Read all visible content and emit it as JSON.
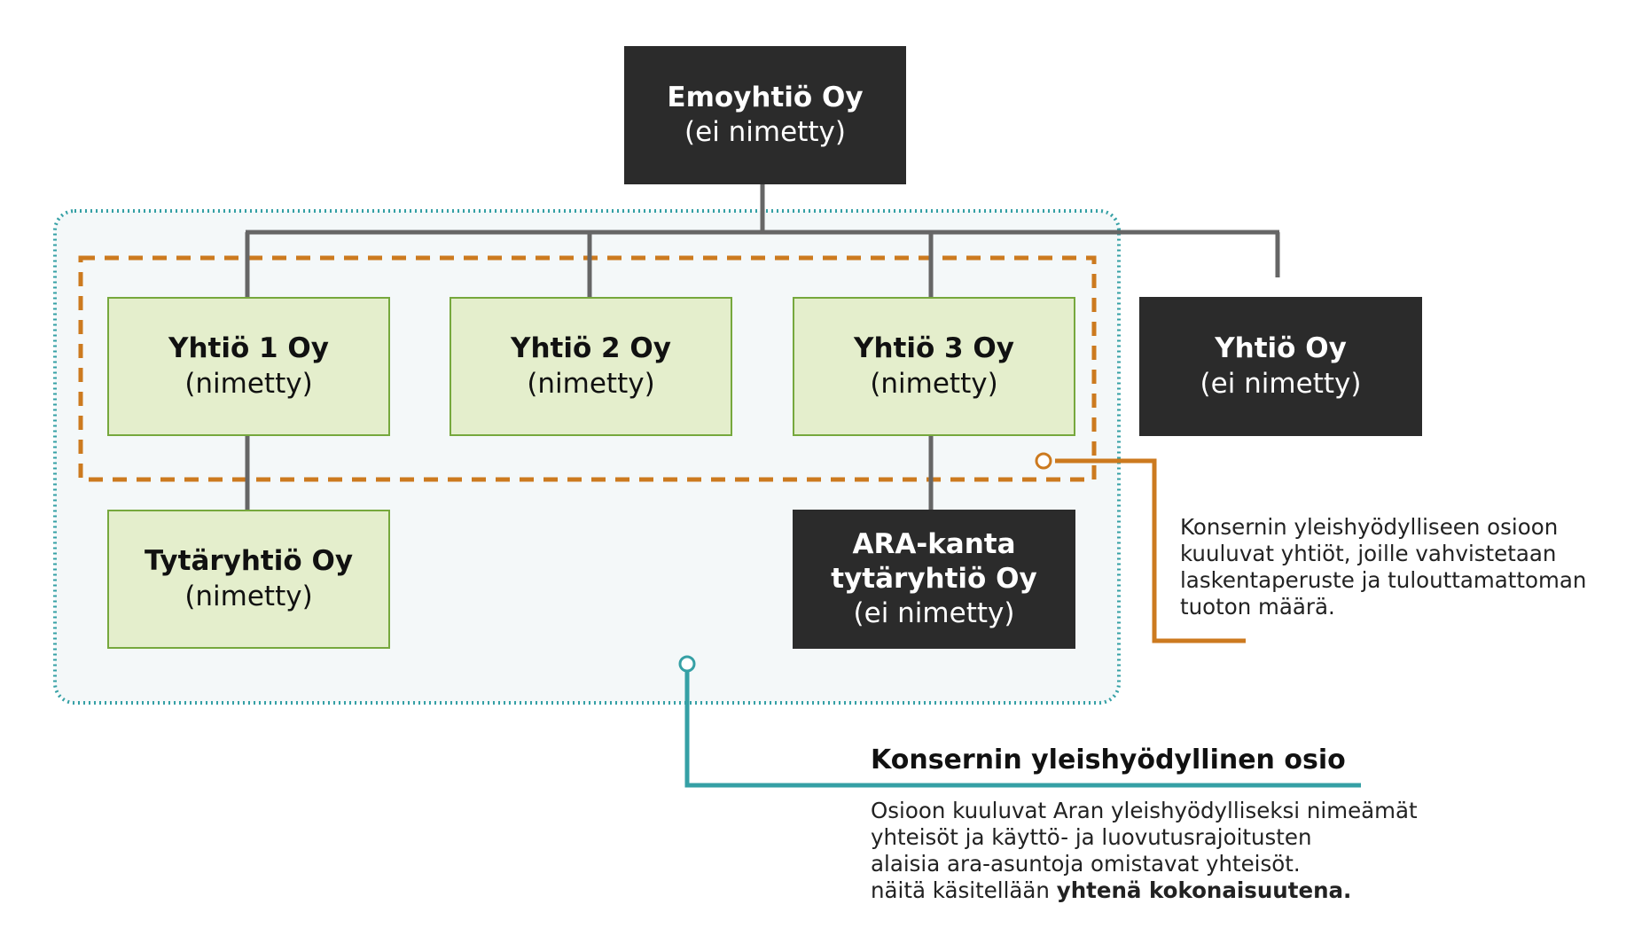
{
  "colors": {
    "dark_box": "#2b2b2b",
    "light_box_fill": "#e4eecc",
    "light_box_border": "#76a83d",
    "connector": "#666666",
    "orange_dashed": "#cc7a1f",
    "teal_dotted": "#35a0a5",
    "teal_area_fill": "#f4f8f9"
  },
  "parent": {
    "title": "Emoyhtiö Oy",
    "sub": "(ei nimetty)"
  },
  "company1": {
    "title": "Yhtiö 1 Oy",
    "sub": "(nimetty)"
  },
  "company2": {
    "title": "Yhtiö 2 Oy",
    "sub": "(nimetty)"
  },
  "company3": {
    "title": "Yhtiö 3 Oy",
    "sub": "(nimetty)"
  },
  "company_other": {
    "title": "Yhtiö Oy",
    "sub": "(ei nimetty)"
  },
  "subsidiary": {
    "title": "Tytäryhtiö Oy",
    "sub": "(nimetty)"
  },
  "ara_subsidiary": {
    "title_line1": "ARA-kanta",
    "title_line2": "tytäryhtiö Oy",
    "sub": "(ei nimetty)"
  },
  "orange_callout": {
    "lines": [
      "Konsernin yleishyödylliseen osioon",
      "kuuluvat yhtiöt, joille vahvistetaan",
      "laskentaperuste ja tulouttamattoman",
      "tuoton määrä."
    ]
  },
  "teal_callout": {
    "heading": "Konsernin yleishyödyllinen osio",
    "lines": [
      "Osioon kuuluvat Aran yleishyödylliseksi nimeämät",
      "yhteisöt ja käyttö- ja luovutusrajoitusten",
      "alaisia ara-asuntoja omistavat yhteisöt."
    ],
    "last_line_prefix": "näitä käsitellään ",
    "last_line_bold": "yhtenä kokonaisuutena."
  }
}
